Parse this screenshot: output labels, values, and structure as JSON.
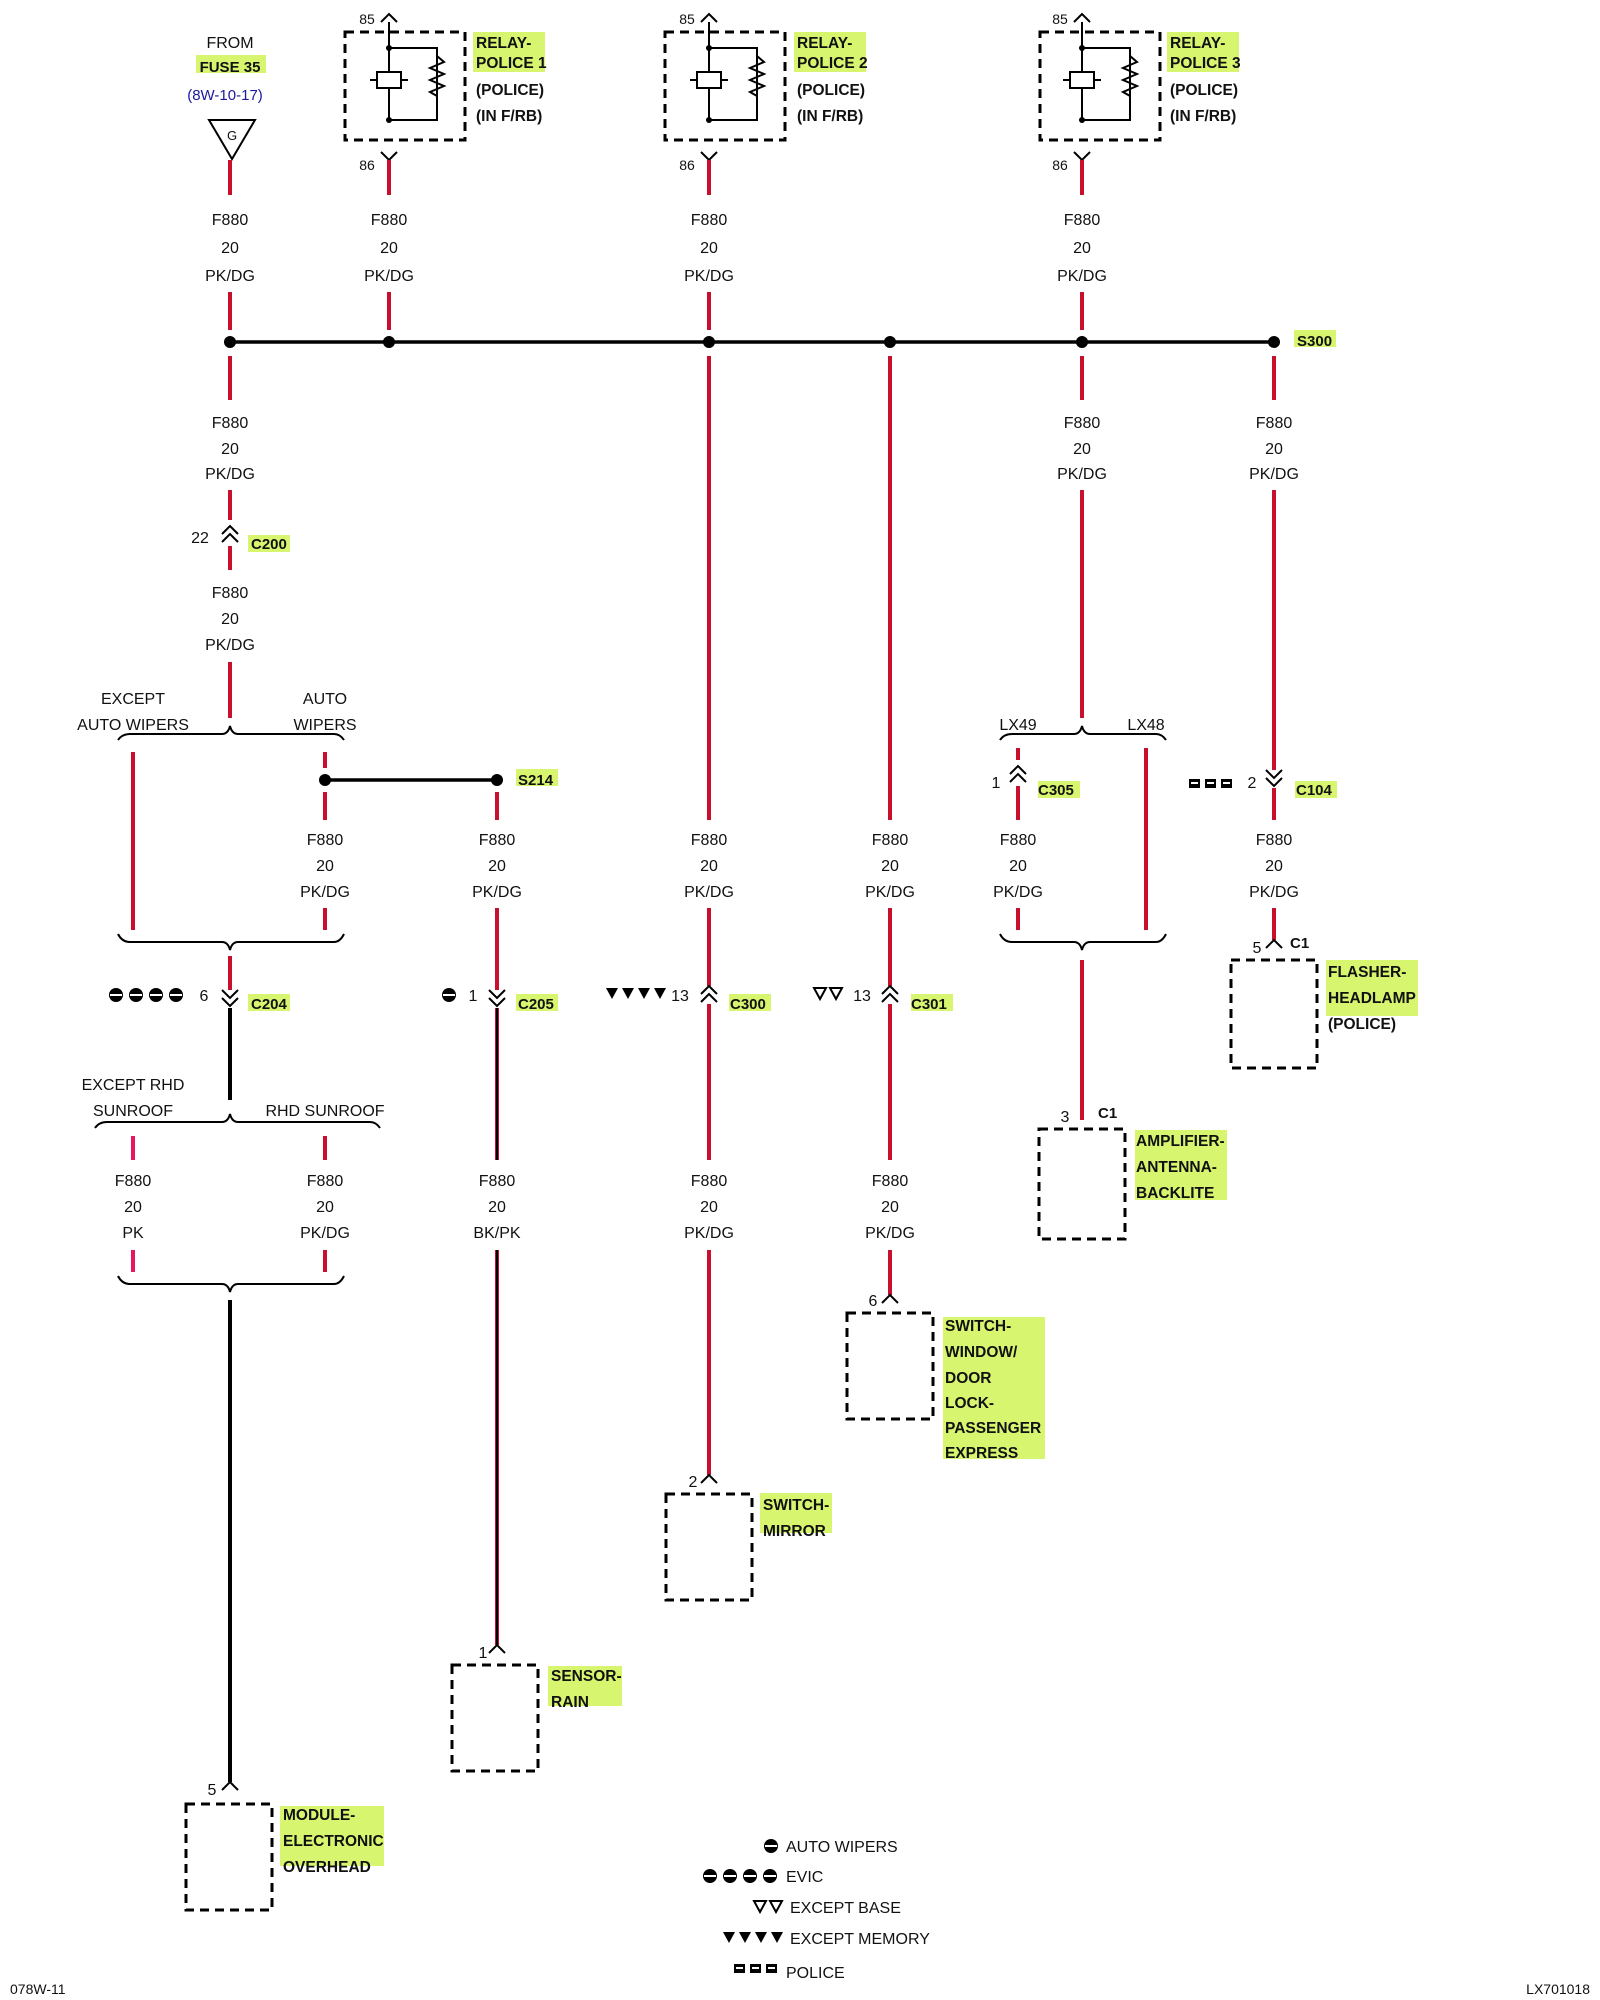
{
  "source": {
    "from": "FROM",
    "fuse": "FUSE 35",
    "ref": "(8W-10-17)",
    "ground_letter": "G"
  },
  "relays": [
    {
      "name1": "RELAY-",
      "name2": "POLICE 1",
      "note1": "(POLICE)",
      "note2": "(IN F/RB)",
      "pin_top": "85",
      "pin_bottom": "86"
    },
    {
      "name1": "RELAY-",
      "name2": "POLICE 2",
      "note1": "(POLICE)",
      "note2": "(IN F/RB)",
      "pin_top": "85",
      "pin_bottom": "86"
    },
    {
      "name1": "RELAY-",
      "name2": "POLICE 3",
      "note1": "(POLICE)",
      "note2": "(IN F/RB)",
      "pin_top": "85",
      "pin_bottom": "86"
    }
  ],
  "wire": {
    "circuit": "F880",
    "gauge": "20",
    "color": "PK/DG",
    "color_pk": "PK",
    "color_bkpk": "BK/PK"
  },
  "splices": {
    "s300": "S300",
    "s214": "S214"
  },
  "connectors": {
    "c200": {
      "name": "C200",
      "pin": "22"
    },
    "c204": {
      "name": "C204",
      "pin": "6"
    },
    "c205": {
      "name": "C205",
      "pin": "1"
    },
    "c300": {
      "name": "C300",
      "pin": "13"
    },
    "c301": {
      "name": "C301",
      "pin": "13"
    },
    "c305": {
      "name": "C305",
      "pin": "1"
    },
    "c104": {
      "name": "C104",
      "pin": "2"
    }
  },
  "branches": {
    "except_auto_wipers_1": "EXCEPT",
    "except_auto_wipers_2": "AUTO WIPERS",
    "auto_wipers_1": "AUTO",
    "auto_wipers_2": "WIPERS",
    "except_rhd_1": "EXCEPT RHD",
    "except_rhd_2": "SUNROOF",
    "rhd_sunroof": "RHD SUNROOF",
    "lx49": "LX49",
    "lx48": "LX48"
  },
  "components": {
    "flasher": {
      "l1": "FLASHER-",
      "l2": "HEADLAMP",
      "l3": "(POLICE)",
      "conn": "C1",
      "pin": "5"
    },
    "amplifier": {
      "l1": "AMPLIFIER-",
      "l2": "ANTENNA-",
      "l3": "BACKLITE",
      "conn": "C1",
      "pin": "3"
    },
    "switch_window": {
      "l1": "SWITCH-",
      "l2": "WINDOW/",
      "l3": "DOOR",
      "l4": "LOCK-",
      "l5": "PASSENGER",
      "l6": "EXPRESS",
      "pin": "6"
    },
    "switch_mirror": {
      "l1": "SWITCH-",
      "l2": "MIRROR",
      "pin": "2"
    },
    "sensor_rain": {
      "l1": "SENSOR-",
      "l2": "RAIN",
      "pin": "1"
    },
    "module_overhead": {
      "l1": "MODULE-",
      "l2": "ELECTRONIC",
      "l3": "OVERHEAD",
      "pin": "5"
    }
  },
  "legend": {
    "auto_wipers": "AUTO WIPERS",
    "evic": "EVIC",
    "except_base": "EXCEPT BASE",
    "except_memory": "EXCEPT MEMORY",
    "police": "POLICE"
  },
  "footer": {
    "left": "078W-11",
    "right": "LX701018"
  },
  "colors": {
    "wire_red": "#c8102e",
    "wire_pink": "#e8175d",
    "wire_black": "#000000",
    "highlight": "#d8f570"
  }
}
